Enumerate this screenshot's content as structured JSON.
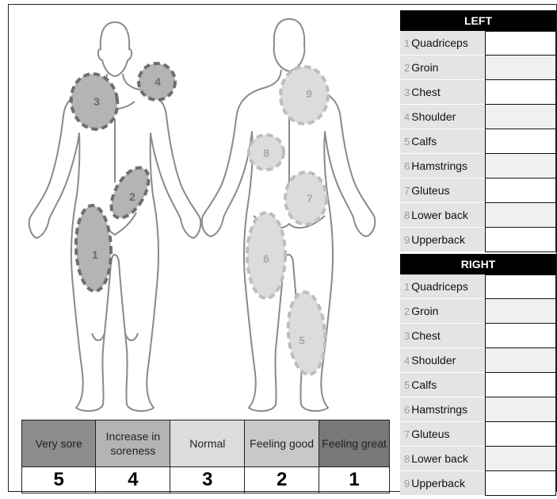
{
  "figures": {
    "front_zones": [
      {
        "number": "1",
        "area": "Quadriceps"
      },
      {
        "number": "2",
        "area": "Groin"
      },
      {
        "number": "3",
        "area": "Chest"
      },
      {
        "number": "4",
        "area": "Shoulder"
      }
    ],
    "back_zones": [
      {
        "number": "5",
        "area": "Calfs"
      },
      {
        "number": "6",
        "area": "Hamstrings"
      },
      {
        "number": "7",
        "area": "Gluteus"
      },
      {
        "number": "8",
        "area": "Lower back"
      },
      {
        "number": "9",
        "area": "Upperback"
      }
    ],
    "colors": {
      "outline": "#8a8a8a",
      "front_zone": "#6e6e6e",
      "back_zone": "#c2c2c2"
    }
  },
  "table": {
    "left": {
      "title": "LEFT",
      "rows": [
        {
          "num": "1",
          "label": "Quadriceps"
        },
        {
          "num": "2",
          "label": "Groin"
        },
        {
          "num": "3",
          "label": "Chest"
        },
        {
          "num": "4",
          "label": "Shoulder"
        },
        {
          "num": "5",
          "label": "Calfs"
        },
        {
          "num": "6",
          "label": "Hamstrings"
        },
        {
          "num": "7",
          "label": "Gluteus"
        },
        {
          "num": "8",
          "label": "Lower back"
        },
        {
          "num": "9",
          "label": "Upperback"
        }
      ]
    },
    "right": {
      "title": "RIGHT",
      "rows": [
        {
          "num": "1",
          "label": "Quadriceps"
        },
        {
          "num": "2",
          "label": "Groin"
        },
        {
          "num": "3",
          "label": "Chest"
        },
        {
          "num": "4",
          "label": "Shoulder"
        },
        {
          "num": "5",
          "label": "Calfs"
        },
        {
          "num": "6",
          "label": "Hamstrings"
        },
        {
          "num": "7",
          "label": "Gluteus"
        },
        {
          "num": "8",
          "label": "Lower back"
        },
        {
          "num": "9",
          "label": "Upperback"
        }
      ]
    }
  },
  "legend": {
    "items": [
      {
        "label": "Very sore",
        "value": "5",
        "color": "#8c8c8c"
      },
      {
        "label": "Increase in soreness",
        "value": "4",
        "color": "#b4b4b4"
      },
      {
        "label": "Normal",
        "value": "3",
        "color": "#dcdcdc"
      },
      {
        "label": "Feeling good",
        "value": "2",
        "color": "#c8c8c8"
      },
      {
        "label": "Feeling great",
        "value": "1",
        "color": "#787878"
      }
    ]
  }
}
